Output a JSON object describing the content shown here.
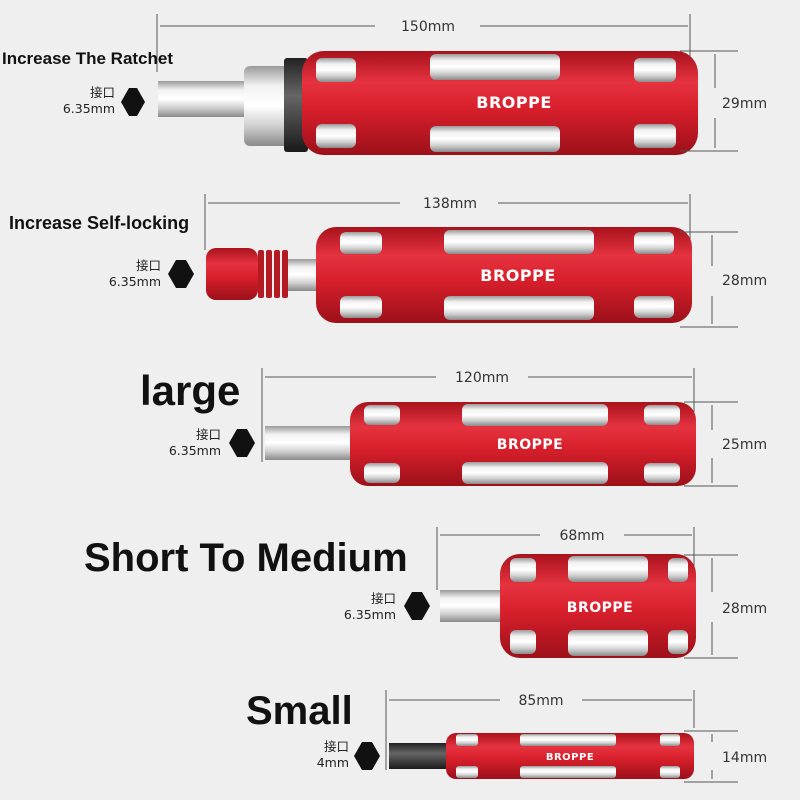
{
  "colors": {
    "background": "#efefef",
    "handle_red": "#d8202c",
    "handle_red_dark": "#a8121c",
    "silver": "#d6d6d6",
    "dimension_line": "#555555",
    "hex_icon": "#111111"
  },
  "tools": [
    {
      "id": "ratchet",
      "heading": "Increase The Ratchet",
      "length_label": "150mm",
      "diameter_label": "29mm",
      "interface_label": "接口",
      "interface_size": "6.35mm",
      "brand": "BROPPE",
      "icon": "hexagon-icon"
    },
    {
      "id": "self-locking",
      "heading": "Increase Self-locking",
      "length_label": "138mm",
      "diameter_label": "28mm",
      "interface_label": "接口",
      "interface_size": "6.35mm",
      "brand": "BROPPE",
      "icon": "hexagon-icon"
    },
    {
      "id": "large",
      "heading": "large",
      "length_label": "120mm",
      "diameter_label": "25mm",
      "interface_label": "接口",
      "interface_size": "6.35mm",
      "brand": "BROPPE",
      "icon": "hexagon-icon"
    },
    {
      "id": "short-to-medium",
      "heading": "Short To Medium",
      "length_label": "68mm",
      "diameter_label": "28mm",
      "interface_label": "接口",
      "interface_size": "6.35mm",
      "brand": "BROPPE",
      "icon": "hexagon-icon"
    },
    {
      "id": "small",
      "heading": "Small",
      "length_label": "85mm",
      "diameter_label": "14mm",
      "interface_label": "接口",
      "interface_size": "4mm",
      "brand": "BROPPE",
      "icon": "hexagon-icon"
    }
  ]
}
